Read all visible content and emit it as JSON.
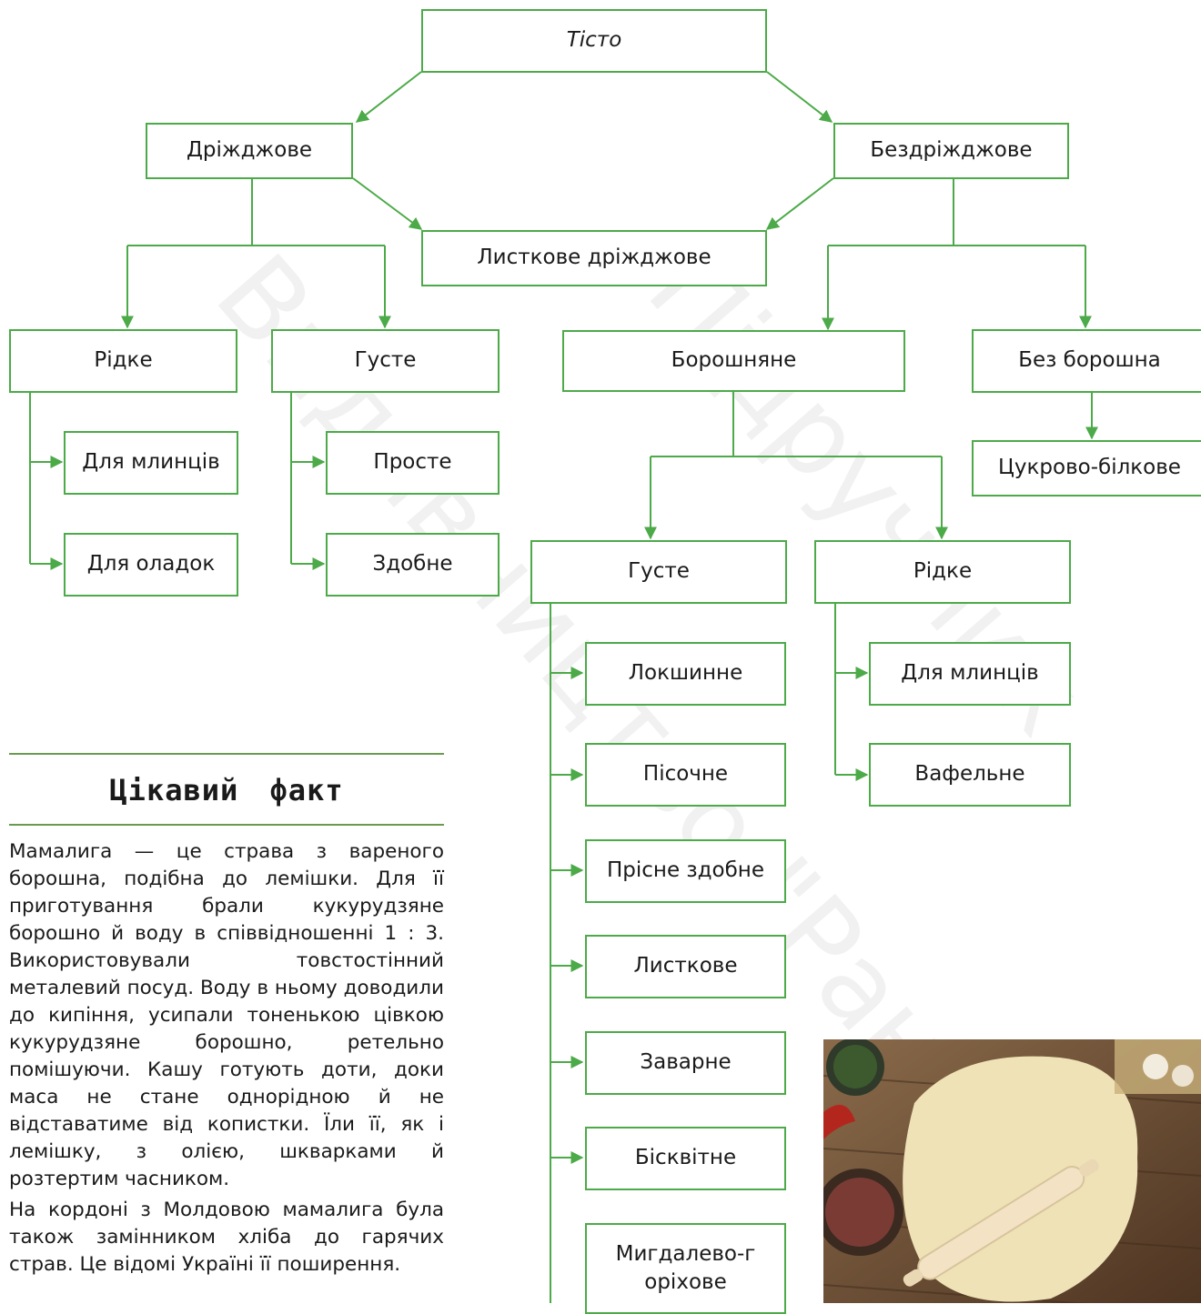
{
  "diagram": {
    "root": "Тісто",
    "yeast": "Дріжджове",
    "yeastless": "Бездріжджове",
    "puff_yeast": "Листкове дріжджове",
    "yeast_liquid": "Рідке",
    "yeast_thick": "Густе",
    "for_pancakes_1": "Для млинців",
    "for_fritters": "Для оладок",
    "simple": "Просте",
    "rich": "Здобне",
    "flour_based": "Борошняне",
    "without_flour": "Без борошна",
    "sugar_protein": "Цукрово-білкове",
    "flour_thick": "Густе",
    "flour_liquid": "Рідке",
    "noodle": "Локшинне",
    "shortcrust": "Пісочне",
    "unleavened_rich": "Прісне здобне",
    "puff": "Листкове",
    "choux": "Заварне",
    "sponge": "Бісквітне",
    "almond_nut": "Мигдалево-горіхове",
    "for_pancakes_2": "Для млинців",
    "waffle": "Вафельне",
    "colors": {
      "accent": "#4caa48"
    }
  },
  "fact": {
    "title": "Цікавий факт",
    "paragraph1": "Мамалига — це страва з вареного борошна, подібна до лемішки. Для її приготування брали кукурудзяне борошно й воду в співвідношенні 1 : 3. Використовували товстостінний металевий посуд. Воду в ньому доводили до кипіння, усипали тоненькою цівкою кукурудзяне борошно, ретельно помішуючи. Кашу готують доти, доки маса не стане однорідною й не відставатиме від копистки. Їли її, як і лемішку, з олією, шкварками й розтертим часником.",
    "paragraph2": "На кордоні з Молдовою мамалига була також замінником хліба до гарячих страв. Це відомі Україні її поширення."
  },
  "watermark": {
    "line1": "Видавництво \"Ранок\"",
    "line2": "Підручник"
  },
  "photo": {
    "description": "dough-with-rolling-pin"
  }
}
